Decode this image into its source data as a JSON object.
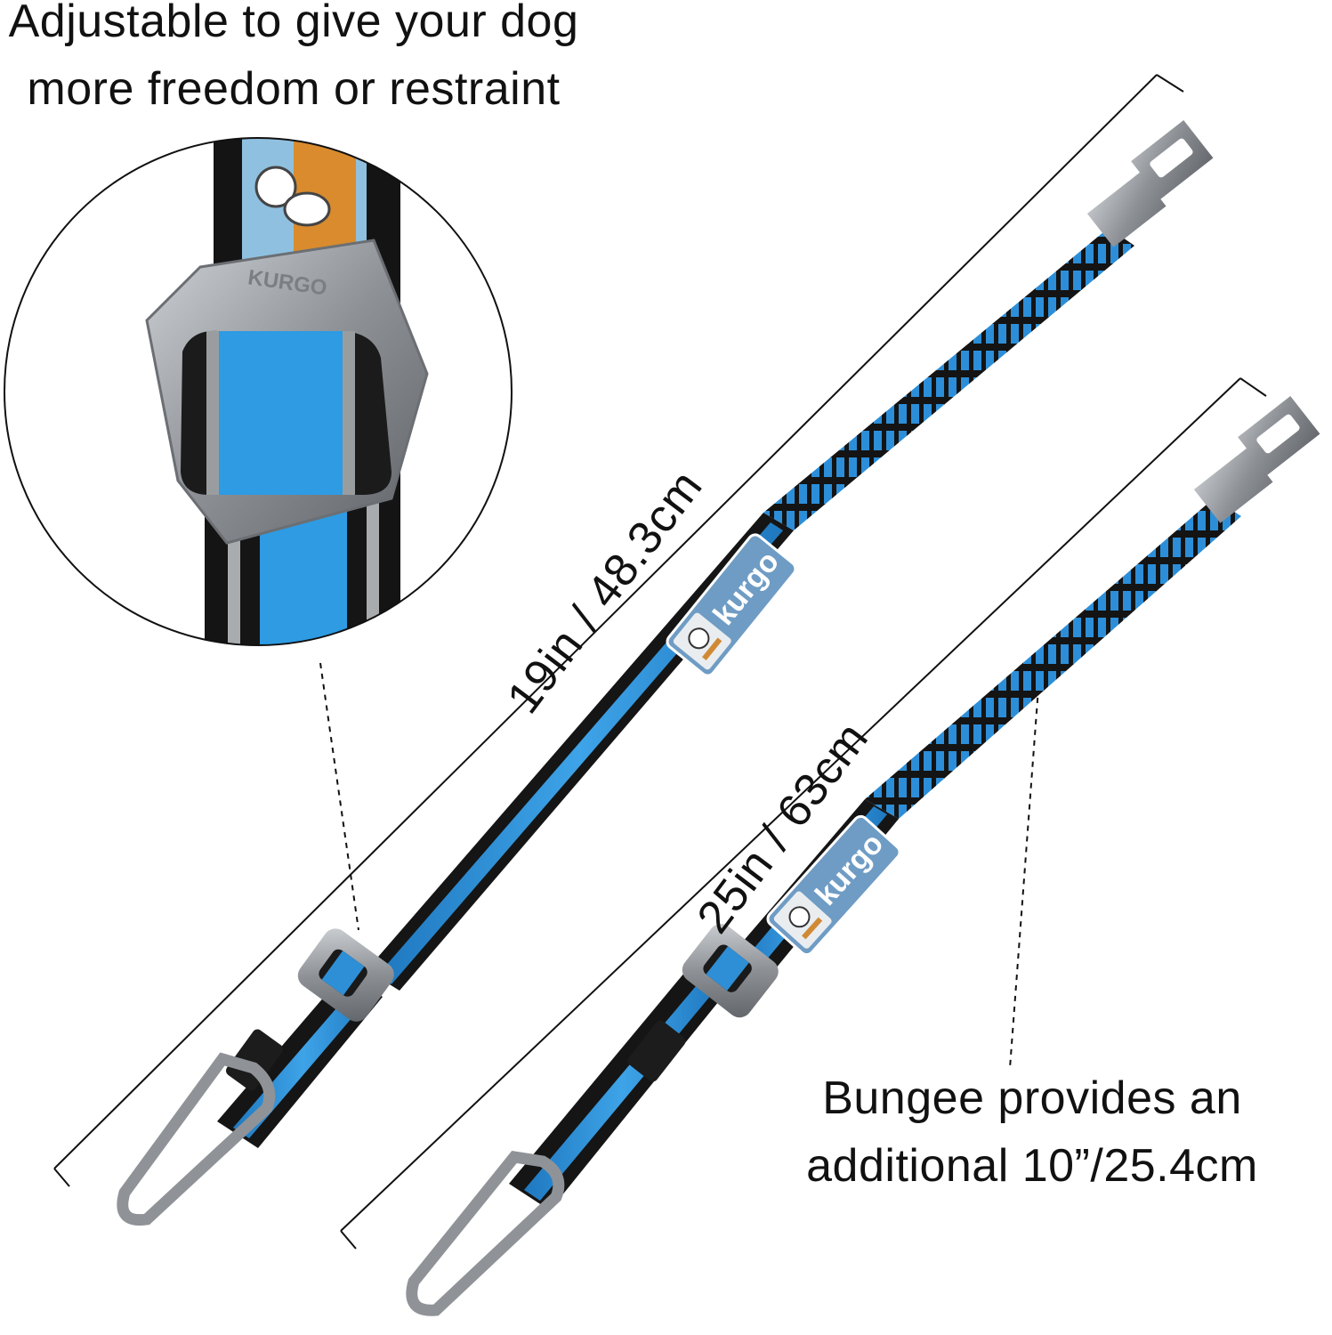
{
  "captions": {
    "adjustable": "Adjustable to give your dog more freedom or restraint",
    "bungee": "Bungee provides an additional 10”/25.4cm"
  },
  "dimensions": {
    "long": "19in / 48.3cm",
    "short": "25in / 63cm"
  },
  "brand": {
    "logo_text": "kurgo",
    "buckle_emboss": "KURGO"
  },
  "colors": {
    "strap_blue": "#2e8fd6",
    "strap_black": "#151515",
    "metal": "#9a9ea3",
    "logo_bg": "#6f9cc4"
  }
}
